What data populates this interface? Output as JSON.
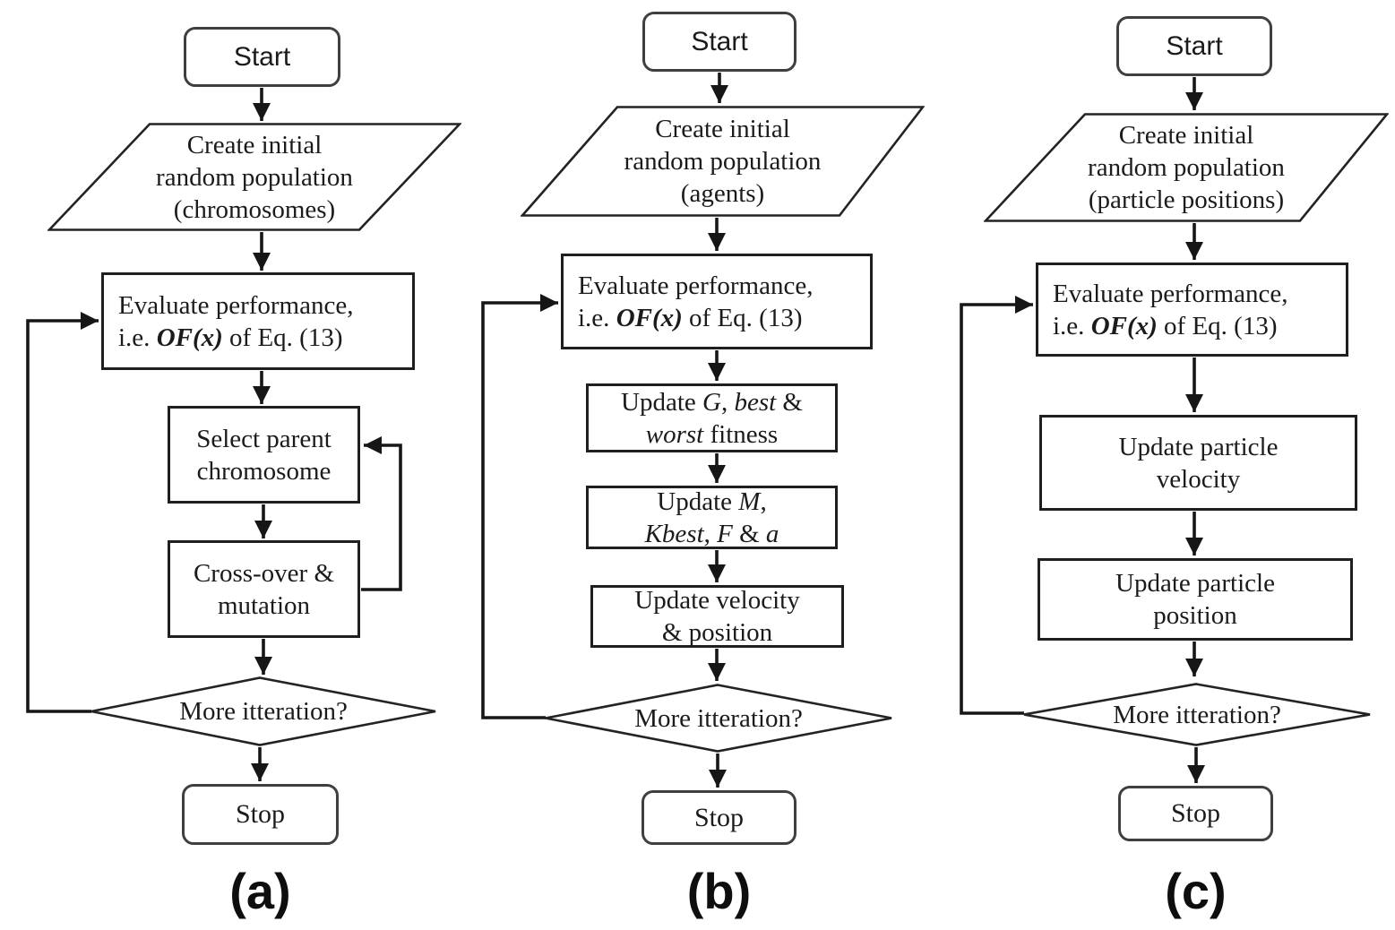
{
  "colors": {
    "ink": "#1b1b1b",
    "line": "#161616",
    "background": "#ffffff"
  },
  "figure": {
    "charts": [
      {
        "caption": "(a)",
        "nodes": {
          "start": "Start",
          "create": [
            [
              "Create initial"
            ],
            [
              "random population"
            ],
            [
              "(chromosomes)"
            ]
          ],
          "evaluate": [
            [
              "Evaluate performance,"
            ],
            [
              "i.e. ",
              {
                "t": "OF(x)",
                "i": true,
                "b": true
              },
              " of Eq. (13)"
            ]
          ],
          "select": [
            [
              "Select parent"
            ],
            [
              "chromosome"
            ]
          ],
          "crossover": [
            [
              "Cross-over &"
            ],
            [
              "mutation"
            ]
          ],
          "decision": "More itteration?",
          "stop": "Stop"
        }
      },
      {
        "caption": "(b)",
        "nodes": {
          "start": "Start",
          "create": [
            [
              "Create initial"
            ],
            [
              "random population"
            ],
            [
              "(agents)"
            ]
          ],
          "evaluate": [
            [
              "Evaluate performance,"
            ],
            [
              "i.e. ",
              {
                "t": "OF(x)",
                "i": true,
                "b": true
              },
              " of Eq. (13)"
            ]
          ],
          "update_fitness": [
            [
              "Update ",
              {
                "t": "G",
                "i": true
              },
              ", ",
              {
                "t": "best",
                "i": true
              },
              " &"
            ],
            [
              {
                "t": "worst",
                "i": true
              },
              " fitness"
            ]
          ],
          "update_constants": [
            [
              "Update ",
              {
                "t": "M",
                "i": true
              },
              ","
            ],
            [
              {
                "t": "Kbest",
                "i": true
              },
              ", ",
              {
                "t": "F",
                "i": true
              },
              " & ",
              {
                "t": "a",
                "i": true
              }
            ]
          ],
          "update_velocity_position": [
            [
              "Update velocity"
            ],
            [
              "& position"
            ]
          ],
          "decision": "More itteration?",
          "stop": "Stop"
        }
      },
      {
        "caption": "(c)",
        "nodes": {
          "start": "Start",
          "create": [
            [
              "Create initial"
            ],
            [
              "random population"
            ],
            [
              "(particle positions)"
            ]
          ],
          "evaluate": [
            [
              "Evaluate performance,"
            ],
            [
              "i.e. ",
              {
                "t": "OF(x)",
                "i": true,
                "b": true
              },
              " of Eq. (13)"
            ]
          ],
          "update_velocity": [
            [
              "Update particle"
            ],
            [
              "velocity"
            ]
          ],
          "update_position": [
            [
              "Update particle"
            ],
            [
              "position"
            ]
          ],
          "decision": "More itteration?",
          "stop": "Stop"
        }
      }
    ]
  }
}
